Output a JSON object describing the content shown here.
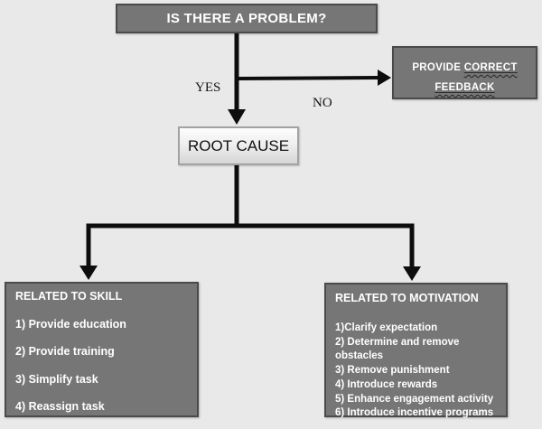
{
  "colors": {
    "background": "#e9e9e9",
    "box_fill": "#767676",
    "box_border": "#4a4a4a",
    "line": "#0d0d0d",
    "root_box_border": "#a2a2a2",
    "text_light": "#ffffff",
    "text_dark": "#111111"
  },
  "problem_box": {
    "label": "IS THERE A PROBLEM?"
  },
  "branch_labels": {
    "yes": "YES",
    "no": "NO"
  },
  "feedback_box": {
    "line1_plain": "PROVIDE ",
    "line1_underlined": "CORRECT",
    "line2_underlined": "FEEDBACK"
  },
  "root_box": {
    "label": "ROOT CAUSE"
  },
  "skill_box": {
    "title": "RELATED TO SKILL",
    "items": [
      "1) Provide education",
      "2) Provide training",
      "3) Simplify task",
      "4) Reassign task"
    ]
  },
  "motivation_box": {
    "title": "RELATED TO MOTIVATION",
    "items": [
      "1)Clarify expectation",
      "2) Determine and remove obstacles",
      "3) Remove punishment",
      "4) Introduce rewards",
      "5) Enhance engagement activity",
      "6) Introduce incentive programs"
    ]
  }
}
